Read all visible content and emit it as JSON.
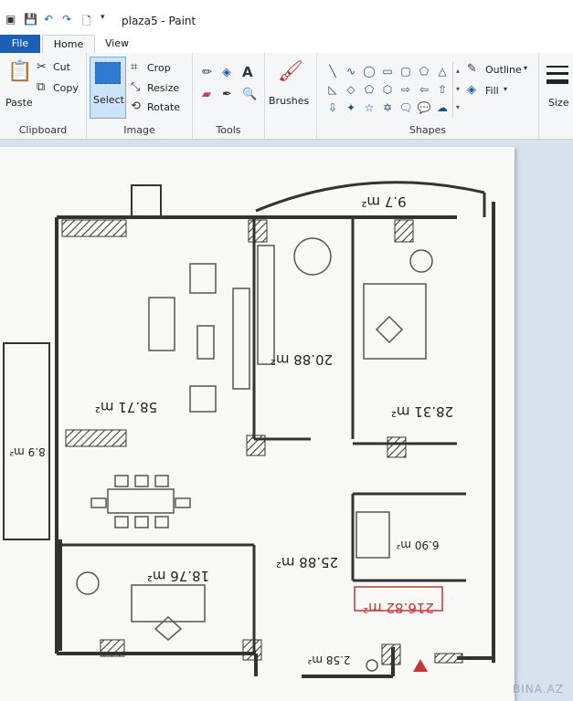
{
  "window": {
    "title": "plaza5 - Paint"
  },
  "tabs": {
    "file": "File",
    "home": "Home",
    "view": "View"
  },
  "ribbon": {
    "clipboard": {
      "label": "Clipboard",
      "paste": "Paste",
      "cut": "Cut",
      "copy": "Copy"
    },
    "image": {
      "label": "Image",
      "select": "Select",
      "crop": "Crop",
      "resize": "Resize",
      "rotate": "Rotate"
    },
    "tools": {
      "label": "Tools"
    },
    "brushes": {
      "label": "Brushes"
    },
    "shapes": {
      "label": "Shapes",
      "outline": "Outline",
      "fill": "Fill"
    },
    "size": {
      "label": "Size"
    }
  },
  "plan": {
    "rooms": {
      "living": "58.71 m²",
      "kitchen": "20.88 m²",
      "bedroom1": "28.31 m²",
      "balcony_top": "9.7 m²",
      "balcony_left": "8.9 m²",
      "bedroom2": "18.76 m²",
      "hall": "25.88 m²",
      "bath": "6.90 m²",
      "wc": "2.58 m²",
      "total": "216.82 m²"
    }
  },
  "watermark": "BINA.AZ"
}
